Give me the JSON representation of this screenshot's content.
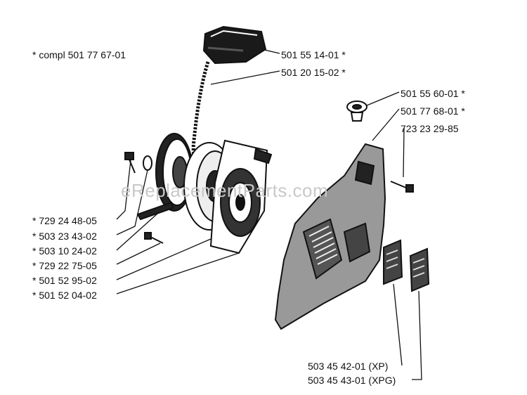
{
  "assembly_note": "* compl 501 77 67-01",
  "watermark": "eReplacementParts.com",
  "labels": {
    "handle": "501 55 14-01  *",
    "rope": "501 20 15-02  *",
    "cap": "501 55 60-01  *",
    "cover_assy": "501 77 68-01  *",
    "screw_cover": "723 23 29-85",
    "r1": "*  729 24 48-05",
    "r2": "*  503 23 43-02",
    "r3": "*  503 10 24-02",
    "r4": "*  729 22 75-05",
    "r5": "*  501 52 95-02",
    "r6": "*  501 52 04-02",
    "decal_xp": "503 45 42-01 (XP)",
    "decal_xpg": "503 45 43-01 (XPG)"
  }
}
